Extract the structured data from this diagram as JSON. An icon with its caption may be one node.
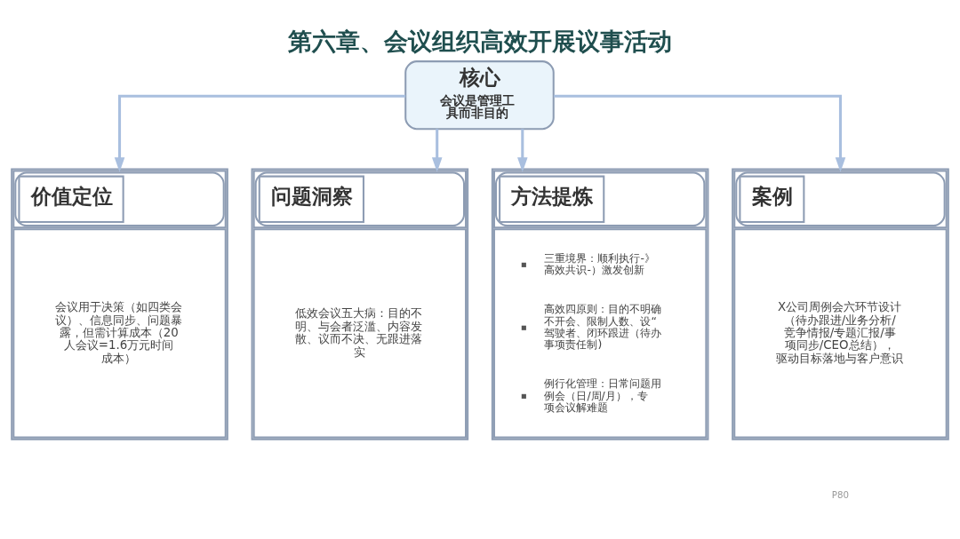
{
  "diagram": {
    "title": "第六章、会议组织高效开展议事活动",
    "nodes": [
      {
        "text": [
          "核心",
          "会议是管理工具而非目的"
        ]
      },
      {
        "text": [
          "价值定位",
          "会议用于决策（如四类会议）、信息同步、问题暴露，但需计算成本（20人会议=1.6万元时间成本）"
        ]
      },
      {
        "text": [
          "问题洞察",
          "低效会议五大病：目的不明、与会者泛滥、内容发散、议而不决、无跟进落实"
        ]
      },
      {
        "text": [
          "方法提炼",
          "三重境界：顺利执行-》高效共识-）激发创新",
          "高效四原则：目的不明确不开会、限制人数、设“驾驶者、闭环跟进（待办事项责任制)",
          "例行化管理：日常问题用例会（日/周/月），专项会议解难题"
        ]
      },
      {
        "text": [
          "案例",
          "X公司周例会六环节设计（待办跟进/业务分析/竞争情报/专题汇报/事项同步/CEO总结），驱动目标落地与客户意识"
        ]
      }
    ],
    "edges": [
      {
        "from": 0,
        "to": 1,
        "arrow": "to"
      },
      {
        "from": 0,
        "to": 2,
        "arrow": "to"
      },
      {
        "from": 0,
        "to": 3,
        "arrow": "to"
      },
      {
        "from": 0,
        "to": 4,
        "arrow": "to"
      }
    ],
    "labels": [
      "P80"
    ]
  }
}
